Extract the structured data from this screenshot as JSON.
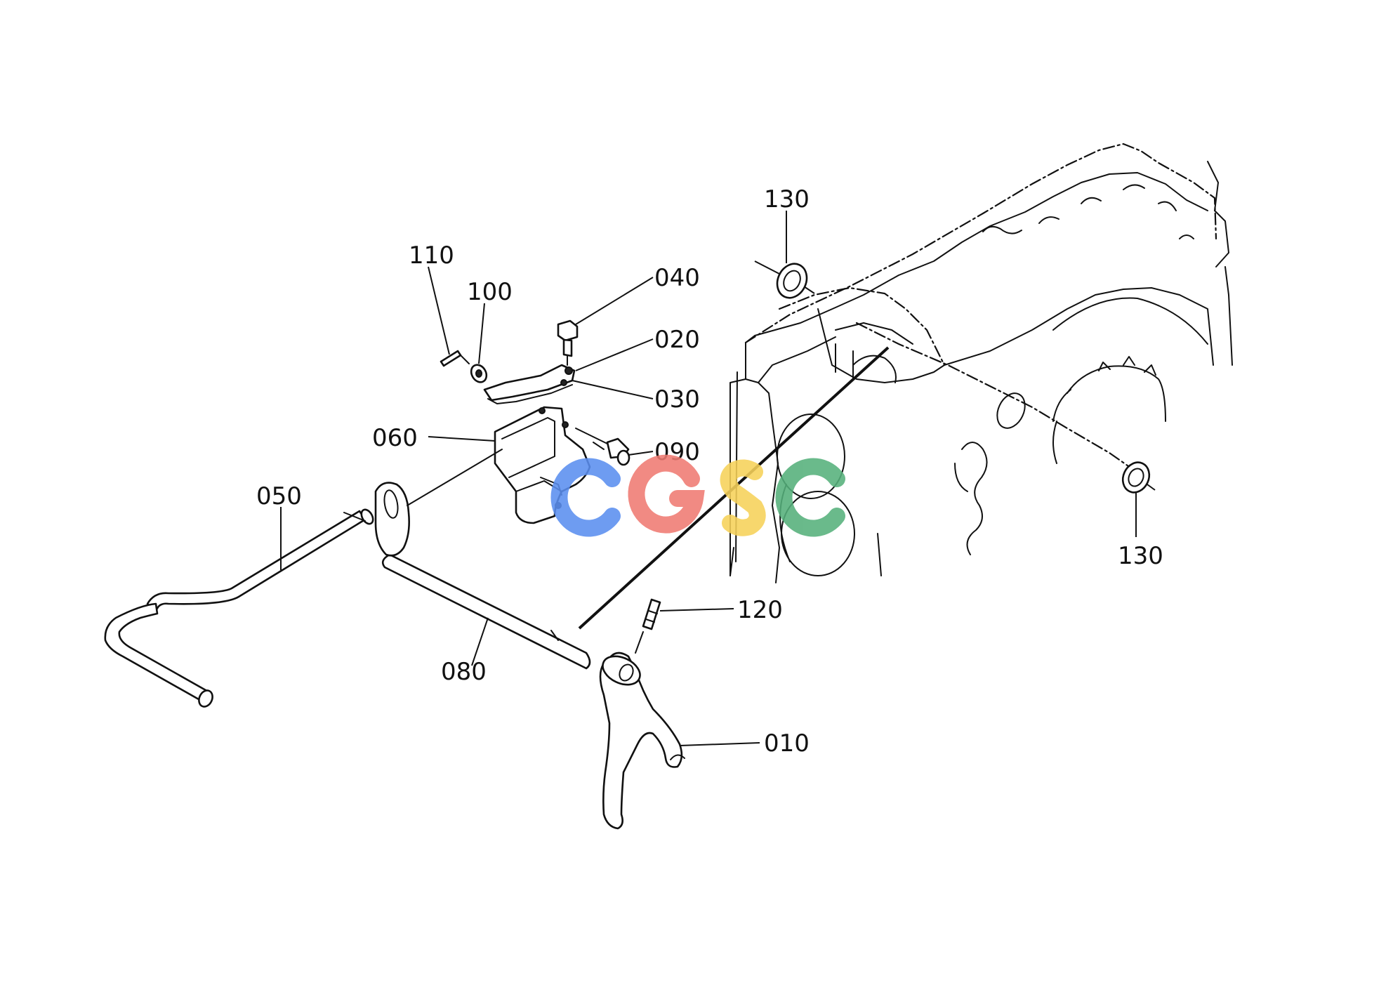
{
  "diagram": {
    "callouts": [
      {
        "id": "c010",
        "label": "010"
      },
      {
        "id": "c020",
        "label": "020"
      },
      {
        "id": "c030",
        "label": "030"
      },
      {
        "id": "c040",
        "label": "040"
      },
      {
        "id": "c050",
        "label": "050"
      },
      {
        "id": "c060",
        "label": "060"
      },
      {
        "id": "c080",
        "label": "080"
      },
      {
        "id": "c090",
        "label": "090"
      },
      {
        "id": "c100",
        "label": "100"
      },
      {
        "id": "c110",
        "label": "110"
      },
      {
        "id": "c120",
        "label": "120"
      },
      {
        "id": "c130a",
        "label": "130"
      },
      {
        "id": "c130b",
        "label": "130"
      }
    ]
  },
  "watermark": {
    "letters": "CGSC",
    "colors": [
      "#5b8ff0",
      "#f07b72",
      "#f7d25a",
      "#55b07b"
    ]
  }
}
